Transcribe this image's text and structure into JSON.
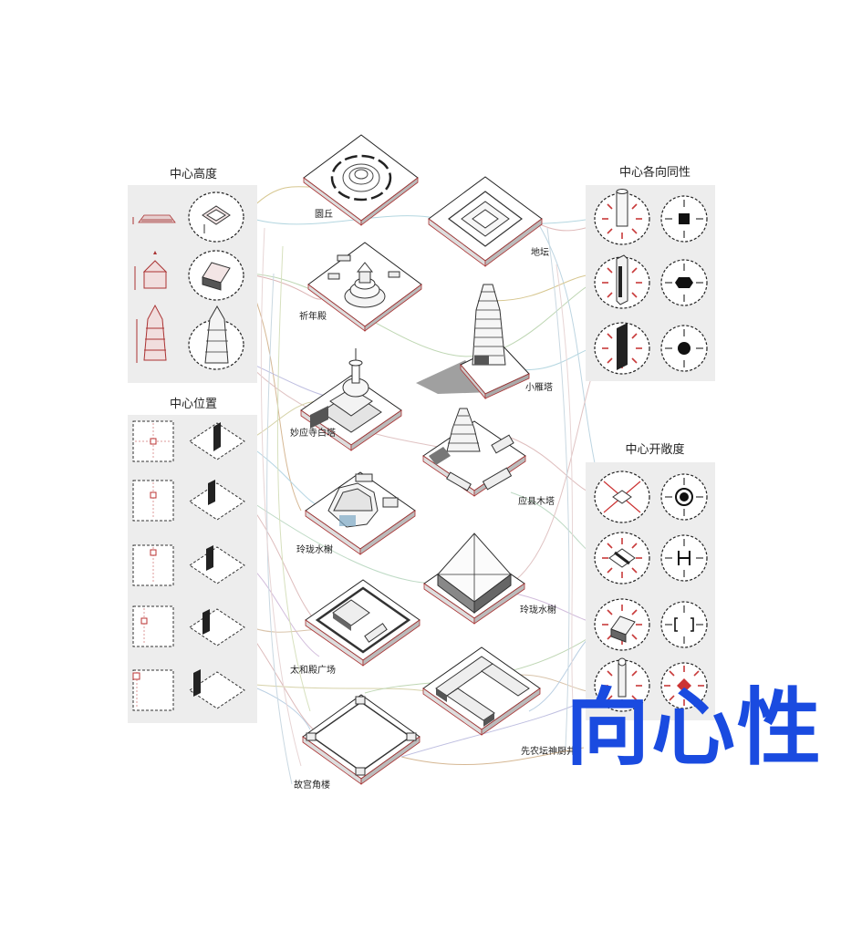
{
  "panels": {
    "center_height": {
      "title": "中心高度"
    },
    "center_position": {
      "title": "中心位置"
    },
    "center_isotropy": {
      "title": "中心各向同性"
    },
    "center_openness": {
      "title": "中心开敞度"
    }
  },
  "buildings": [
    {
      "id": "yuanqiu",
      "label": "圜丘"
    },
    {
      "id": "ditan",
      "label": "地坛"
    },
    {
      "id": "qiniandian",
      "label": "祈年殿"
    },
    {
      "id": "xiaoyanta",
      "label": "小雁塔"
    },
    {
      "id": "miaoyingsi",
      "label": "妙应寺白塔"
    },
    {
      "id": "yingxian",
      "label": "应县木塔"
    },
    {
      "id": "linglong1",
      "label": "玲珑水榭"
    },
    {
      "id": "linglong2",
      "label": "玲珑水榭"
    },
    {
      "id": "taihedian",
      "label": "太和殿广场"
    },
    {
      "id": "xiannongtan",
      "label": "先农坛神厨井"
    },
    {
      "id": "gugong",
      "label": "故宫角楼"
    }
  ],
  "headline": "向心性",
  "colors": {
    "accent_red": "#b0282c",
    "panel_gray": "#ededed",
    "headline_blue": "#1a4be0"
  }
}
